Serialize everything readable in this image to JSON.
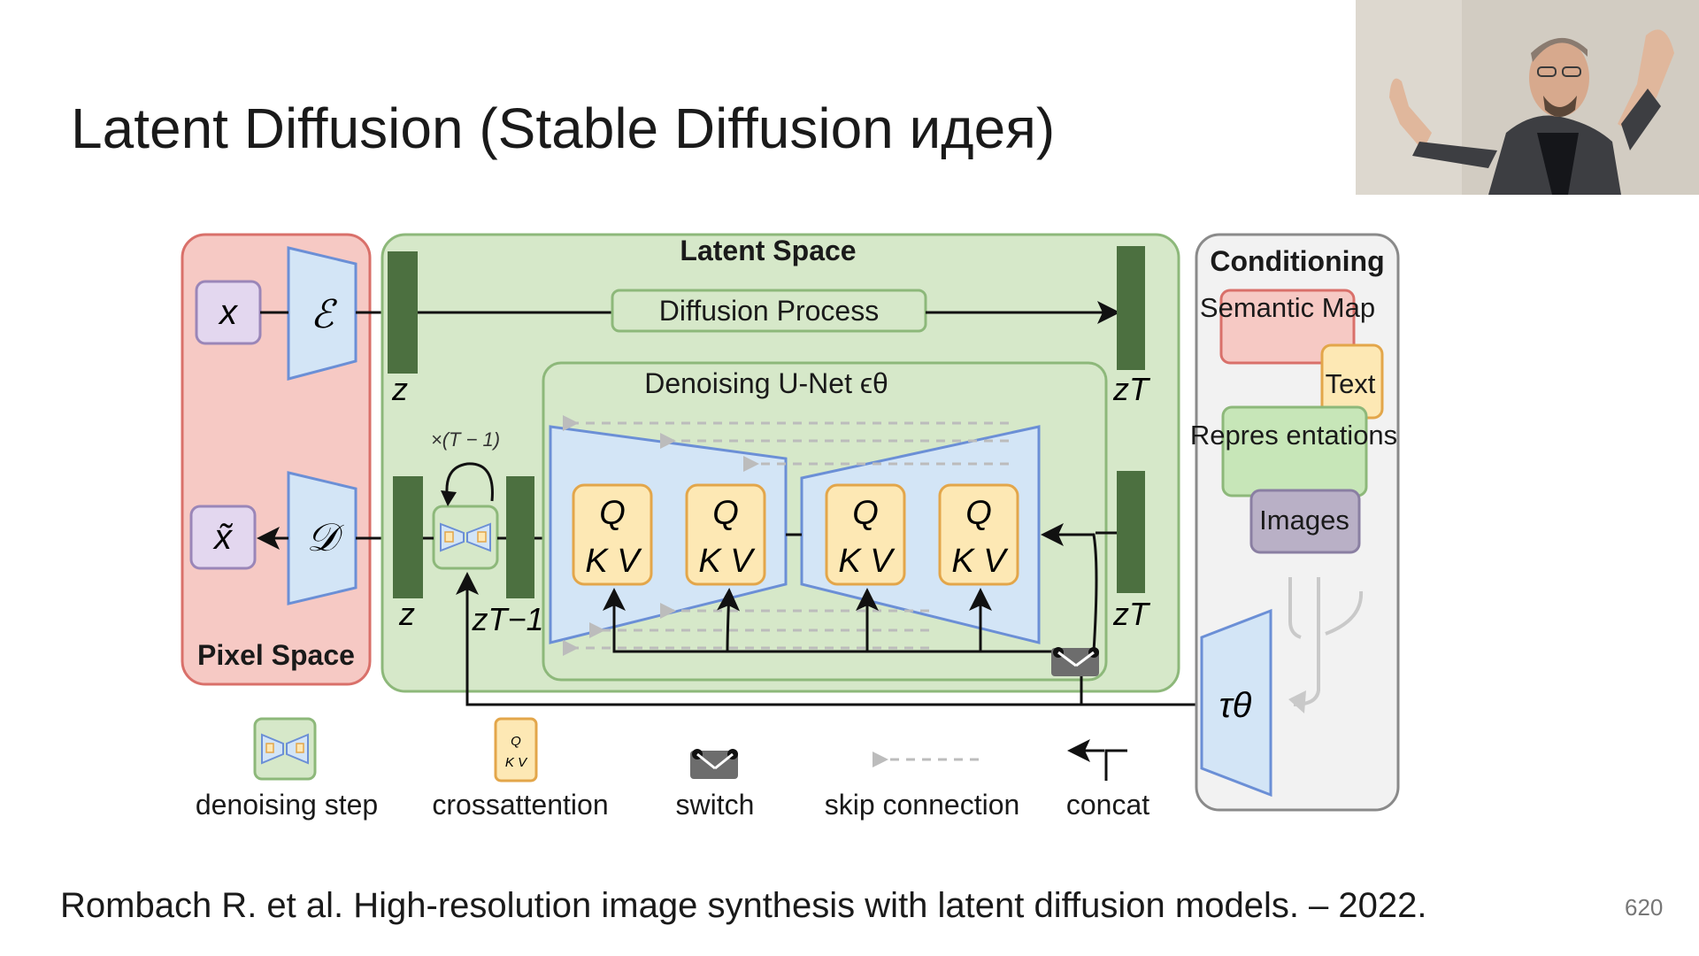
{
  "slide": {
    "title": "Latent Diffusion (Stable Diffusion идея)",
    "citation": "Rombach R. et al. High-resolution image synthesis with latent diffusion models. – 2022.",
    "page_number": "620"
  },
  "diagram": {
    "pixel_space": {
      "label": "Pixel Space",
      "input": "x",
      "output": "x̃",
      "encoder": "ℰ",
      "decoder": "𝒟"
    },
    "latent_space": {
      "label": "Latent Space",
      "diffusion_process": "Diffusion Process",
      "z_top": "z",
      "z_bottom": "z",
      "zT_top": "zT",
      "zT_bottom": "zT",
      "z_T_minus_1": "zT−1",
      "repeat": "×(T − 1)",
      "unet_label": "Denoising U-Net ϵθ",
      "attention_blocks": [
        {
          "q": "Q",
          "kv": "K V"
        },
        {
          "q": "Q",
          "kv": "K V"
        },
        {
          "q": "Q",
          "kv": "K V"
        },
        {
          "q": "Q",
          "kv": "K V"
        }
      ]
    },
    "conditioning": {
      "label": "Conditioning",
      "semantic_map": "Semantic Map",
      "text": "Text",
      "representations": "Repres entations",
      "images": "Images",
      "tau": "τθ"
    },
    "legend": [
      {
        "label": "denoising step",
        "icon": "denoising-step-icon"
      },
      {
        "label": "crossattention",
        "icon": "crossattention-icon",
        "q": "Q",
        "kv": "K V"
      },
      {
        "label": "switch",
        "icon": "switch-icon"
      },
      {
        "label": "skip connection",
        "icon": "skip-connection-icon"
      },
      {
        "label": "concat",
        "icon": "concat-icon"
      }
    ],
    "colors": {
      "pixel_space_fill": "#f6c9c4",
      "pixel_space_stroke": "#d9706a",
      "latent_fill": "#d6e8c9",
      "latent_stroke": "#8db87a",
      "unet_fill": "#d3e5f6",
      "unet_stroke": "#6b8fd6",
      "attention_fill": "#fde8b4",
      "attention_stroke": "#e3a64a",
      "feature_bar": "#4c7040",
      "purple_box": "#e3d7ef"
    }
  }
}
